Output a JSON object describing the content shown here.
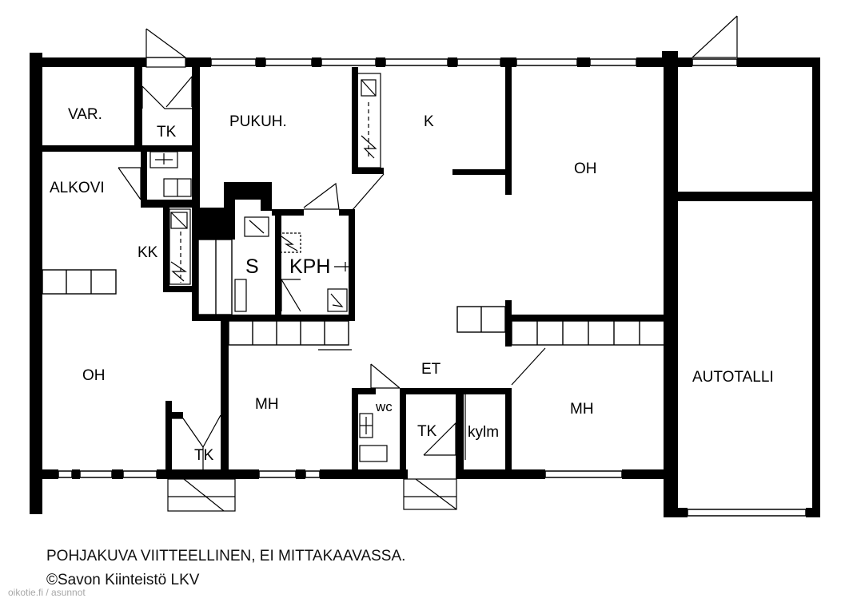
{
  "rooms": {
    "var": "VAR.",
    "tk_top": "TK",
    "pukuh": "PUKUH.",
    "k": "K",
    "oh_right": "OH",
    "alkovi": "ALKOVI",
    "kk": "KK",
    "s": "S",
    "kph": "KPH",
    "oh_left": "OH",
    "et": "ET",
    "mh_center": "MH",
    "wc": "wc",
    "tk_center": "TK",
    "kylm": "kylm",
    "mh_right": "MH",
    "tk_bottom": "TK",
    "autotalli": "AUTOTALLI"
  },
  "caption": {
    "line1": "POHJAKUVA VIITTEELLINEN, EI MITTAKAAVASSA.",
    "line2": "©Savon Kiinteistö LKV"
  },
  "watermark": "oikotie.fi / asunnot"
}
